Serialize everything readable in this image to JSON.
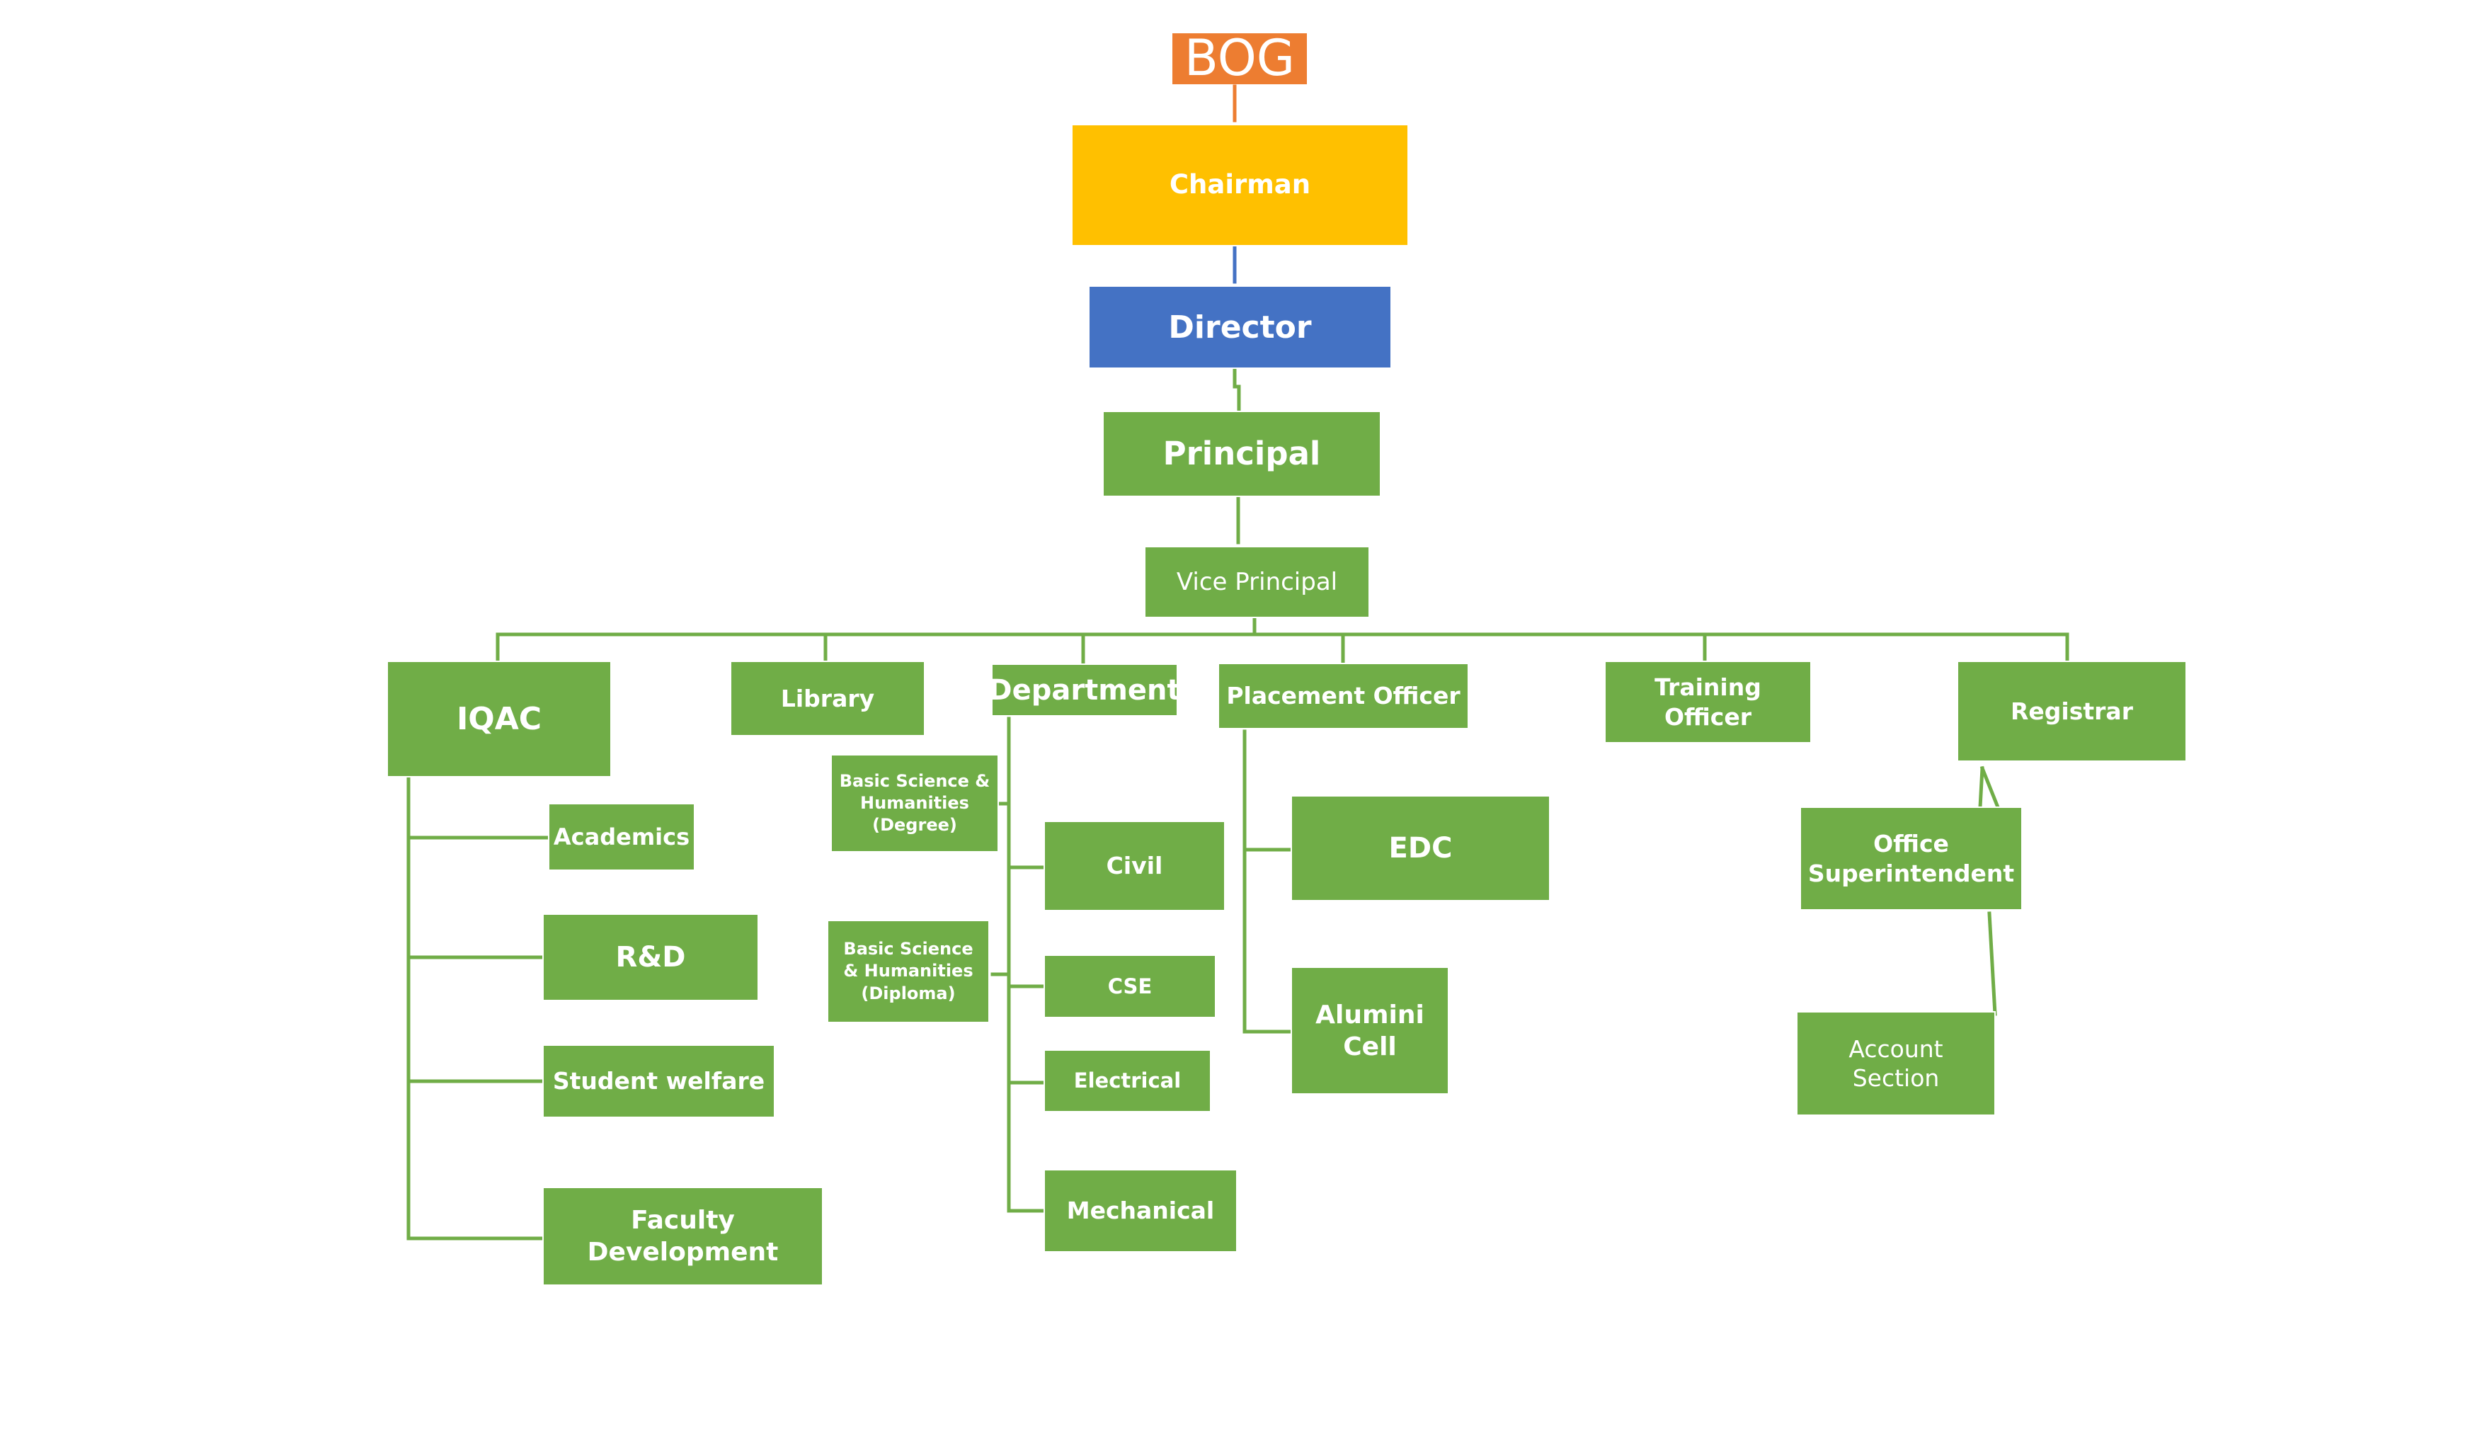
{
  "org_chart": {
    "bog": "BOG",
    "chairman": "Chairman",
    "director": "Director",
    "principal": "Principal",
    "vice_principal": "Vice Principal",
    "iqac": {
      "label": "IQAC",
      "children": [
        "Academics",
        "R&D",
        "Student welfare",
        "Faculty Development"
      ]
    },
    "library": "Library",
    "department": {
      "label": "Department",
      "basic_degree": "Basic Science & Humanities (Degree)",
      "basic_diploma": "Basic Science & Humanities (Diploma)",
      "children": [
        "Civil",
        "CSE",
        "Electrical",
        "Mechanical"
      ]
    },
    "placement": {
      "label": "Placement Officer",
      "children": [
        "EDC",
        "Alumini Cell"
      ]
    },
    "training": "Training Officer",
    "registrar": {
      "label": "Registrar",
      "office_superintendent": "Office Superintendent",
      "account_section": "Account Section"
    }
  },
  "colors": {
    "green": "#70ad47",
    "orange": "#ed7d31",
    "yellow": "#ffc000",
    "blue": "#4472c4"
  }
}
